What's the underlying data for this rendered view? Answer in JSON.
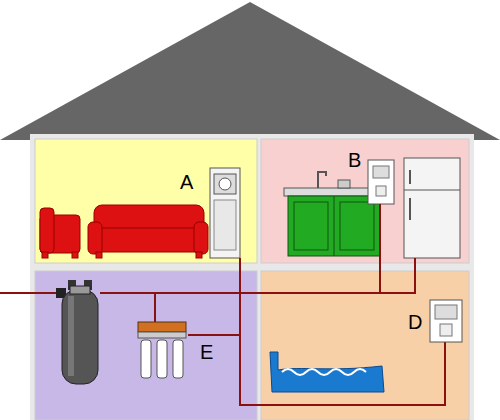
{
  "diagram": {
    "labels": [
      "A",
      "B",
      "D",
      "E"
    ]
  }
}
